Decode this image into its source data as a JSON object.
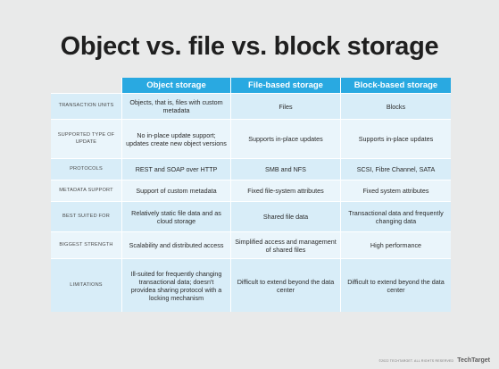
{
  "title": "Object vs. file vs. block storage",
  "columns": [
    "Object storage",
    "File-based storage",
    "Block-based storage"
  ],
  "rows": [
    {
      "label": "Transaction units",
      "values": [
        "Objects, that is, files with custom metadata",
        "Files",
        "Blocks"
      ]
    },
    {
      "label": "Supported type of update",
      "values": [
        "No in-place update support; updates create new object versions",
        "Supports in-place updates",
        "Supports in-place updates"
      ]
    },
    {
      "label": "Protocols",
      "values": [
        "REST and SOAP over HTTP",
        "SMB and NFS",
        "SCSI, Fibre Channel, SATA"
      ]
    },
    {
      "label": "Metadata support",
      "values": [
        "Support of custom metadata",
        "Fixed file-system attributes",
        "Fixed system attributes"
      ]
    },
    {
      "label": "Best suited for",
      "values": [
        "Relatively static file data and as cloud storage",
        "Shared file data",
        "Transactional data and frequently changing data"
      ]
    },
    {
      "label": "Biggest strength",
      "values": [
        "Scalability and distributed access",
        "Simplified access and management of shared files",
        "High performance"
      ]
    },
    {
      "label": "Limitations",
      "values": [
        "Ill-suited for frequently changing transactional data; doesn't providea sharing protocol with a locking mechanism",
        "Difficult to extend beyond the data center",
        "Difficult to extend beyond the data center"
      ]
    }
  ],
  "footer": {
    "copyright": "©2022 TECHTARGET. ALL RIGHTS RESERVED",
    "logo": "TechTarget"
  }
}
